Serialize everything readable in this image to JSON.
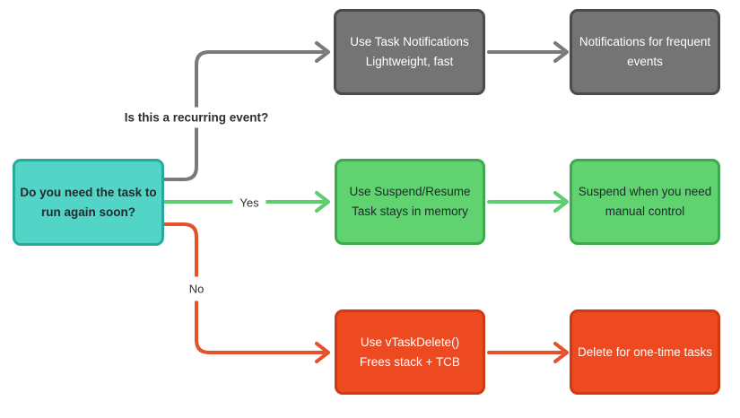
{
  "decision_box": {
    "line1": "Do you need the task to",
    "line2": "run again soon?"
  },
  "edge_labels": {
    "recurring": "Is this a recurring event?",
    "yes": "Yes",
    "no": "No"
  },
  "branches": {
    "recurring": {
      "action": {
        "line1": "Use Task Notifications",
        "line2": "Lightweight, fast"
      },
      "outcome": {
        "line1": "Notifications for frequent",
        "line2": "events"
      }
    },
    "yes": {
      "action": {
        "line1": "Use Suspend/Resume",
        "line2": "Task stays in memory"
      },
      "outcome": {
        "line1": "Suspend when you need",
        "line2": "manual control"
      }
    },
    "no": {
      "action": {
        "line1": "Use vTaskDelete()",
        "line2": "Frees stack + TCB"
      },
      "outcome": {
        "line1": "Delete for one-time tasks",
        "line2": ""
      }
    }
  },
  "colors": {
    "background": "#ffffff",
    "teal_fill": "#52d5c7",
    "teal_border": "#2ba89c",
    "gray_fill": "#747474",
    "gray_border": "#4b4b4b",
    "gray_line": "#7a7a7a",
    "green_fill": "#60d26f",
    "green_border": "#3ea94e",
    "green_line": "#5ecd6e",
    "red_fill": "#ee4a21",
    "red_border": "#cf3a14",
    "red_line": "#e6512b",
    "dark_text": "#222a30",
    "light_text": "#ffffff",
    "label_text": "#2e2e2e"
  }
}
